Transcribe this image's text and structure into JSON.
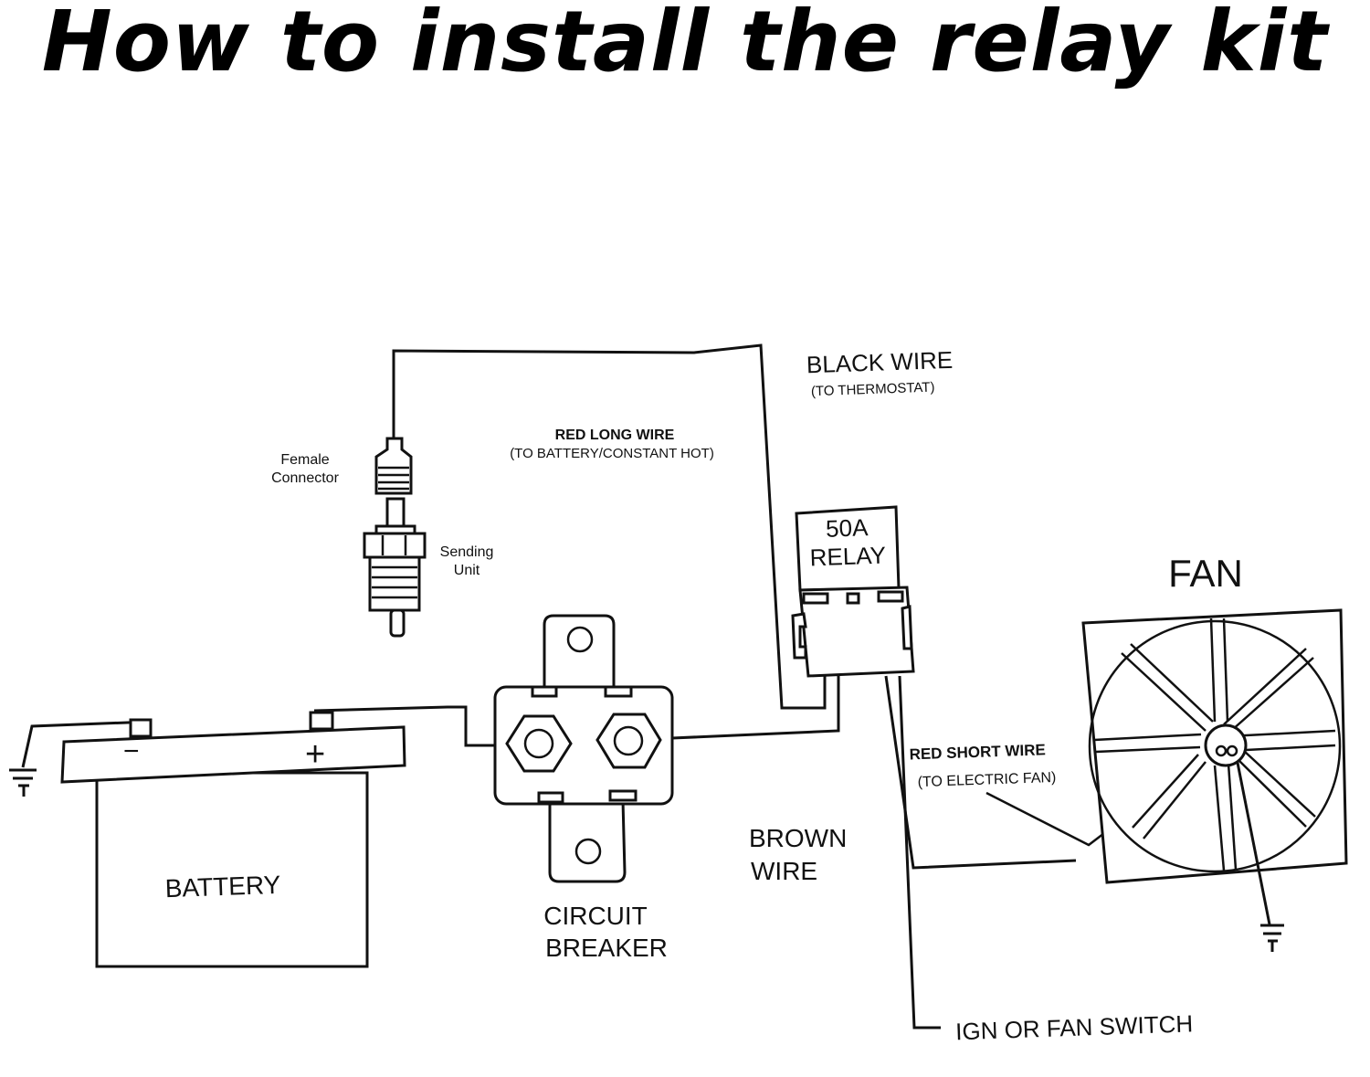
{
  "title": "How to install the relay kit",
  "components": {
    "female_connector": {
      "label_line1": "Female",
      "label_line2": "Connector"
    },
    "sending_unit": {
      "label_line1": "Sending",
      "label_line2": "Unit"
    },
    "relay": {
      "label_line1": "50A",
      "label_line2": "RELAY"
    },
    "fan": {
      "label": "FAN"
    },
    "battery": {
      "label": "BATTERY",
      "negative_symbol": "−",
      "positive_symbol": "+"
    },
    "circuit_breaker": {
      "label_line1": "CIRCUIT",
      "label_line2": "BREAKER"
    },
    "ground_icon": "ground-symbol"
  },
  "wires": {
    "red_long": {
      "label": "RED LONG WIRE",
      "sublabel": "(TO BATTERY/CONSTANT HOT)"
    },
    "black": {
      "label": "BLACK WIRE",
      "sublabel": "(TO THERMOSTAT)"
    },
    "red_short": {
      "label": "RED SHORT WIRE",
      "sublabel": "(TO ELECTRIC FAN)"
    },
    "brown": {
      "label_line1": "BROWN",
      "label_line2": "WIRE"
    },
    "ign": {
      "label": "IGN OR FAN SWITCH"
    }
  }
}
